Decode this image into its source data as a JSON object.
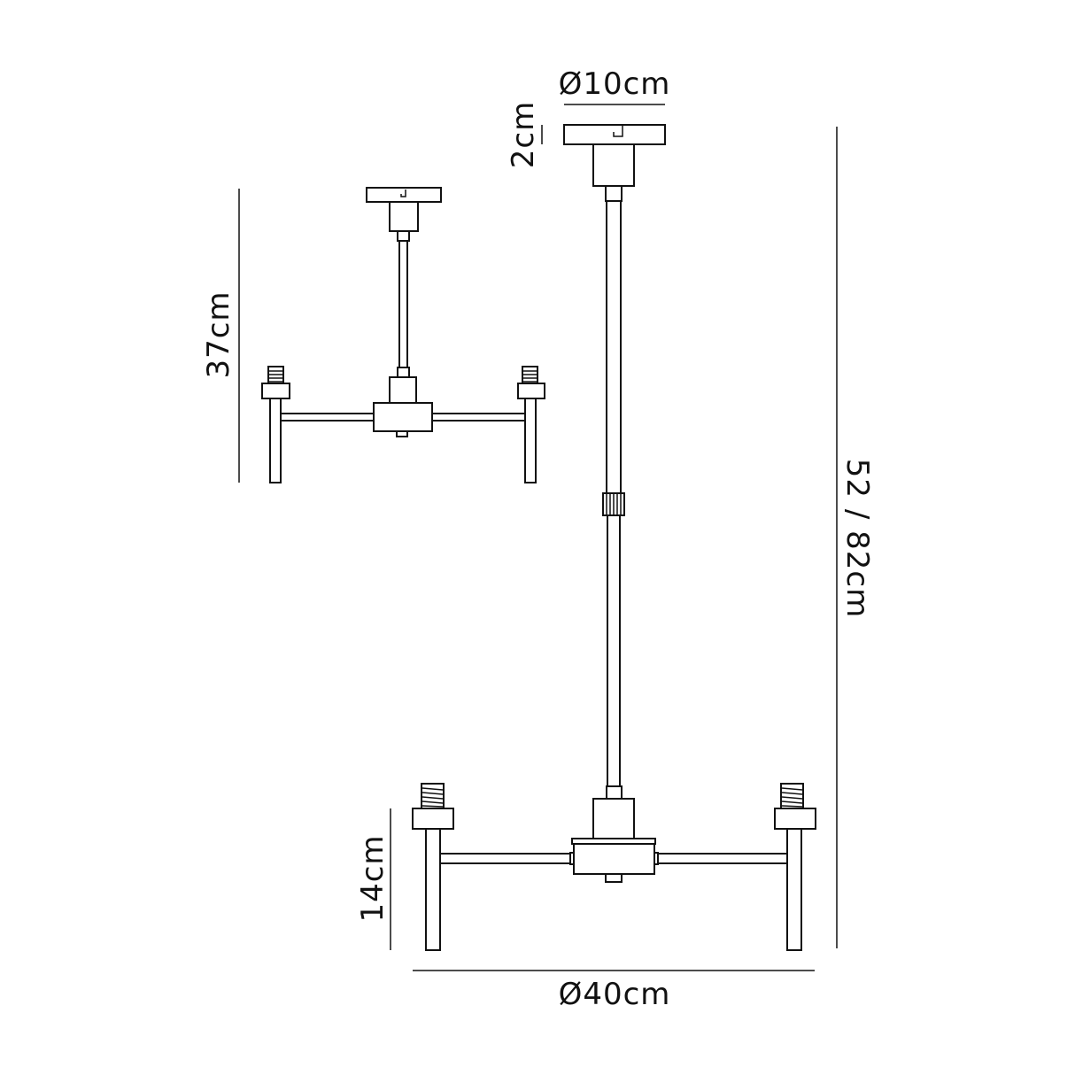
{
  "dimensions": {
    "canopy_diameter": "Ø10cm",
    "canopy_height": "2cm",
    "overall_height": "52 / 82cm",
    "min_height": "37cm",
    "arm_height": "14cm",
    "overall_diameter": "Ø40cm"
  },
  "colors": {
    "line": "#111111",
    "background": "#ffffff"
  }
}
